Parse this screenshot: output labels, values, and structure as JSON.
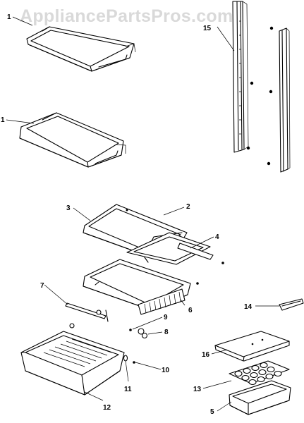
{
  "watermark": "AppliancePartsPros.com",
  "callouts": {
    "c1a": "1",
    "c1b": "1",
    "c15": "15",
    "c2": "2",
    "c3": "3",
    "c4": "4",
    "c6": "6",
    "c7": "7",
    "c8": "8",
    "c9": "9",
    "c10": "10",
    "c11": "11",
    "c12": "12",
    "c13": "13",
    "c14": "14",
    "c16": "16",
    "c5": "5"
  }
}
